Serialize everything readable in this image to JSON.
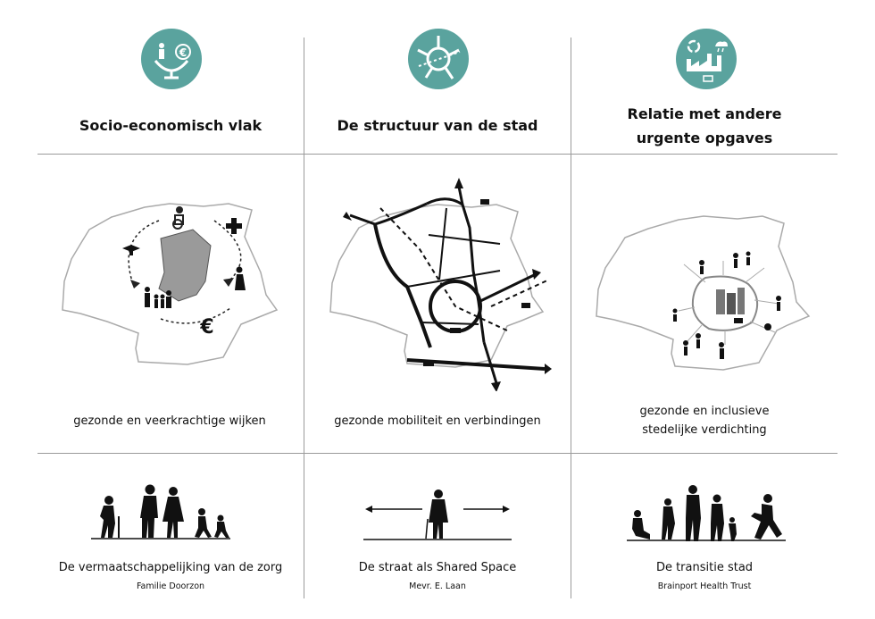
{
  "accent_color": "#5aa39e",
  "columns": [
    {
      "icon": "scale-person-euro-icon",
      "heading_lines": [
        "Socio-economisch vlak"
      ],
      "caption_lines": [
        "gezonde en veerkrachtige wijken"
      ],
      "bottom_title": "De vermaatschappelijking van de zorg",
      "bottom_subtitle": "Familie Doorzon"
    },
    {
      "icon": "city-structure-icon",
      "heading_lines": [
        "De structuur van de stad"
      ],
      "caption_lines": [
        "gezonde mobiliteit en verbindingen"
      ],
      "bottom_title": "De straat als Shared Space",
      "bottom_subtitle": "Mevr. E. Laan"
    },
    {
      "icon": "recycle-factory-icon",
      "heading_lines": [
        "Relatie met andere",
        "urgente opgaves"
      ],
      "caption_lines": [
        "gezonde en inclusieve",
        "stedelijke verdichting"
      ],
      "bottom_title": "De transitie stad",
      "bottom_subtitle": "Brainport Health Trust"
    }
  ],
  "map_symbols": {
    "euro_label": "€"
  }
}
